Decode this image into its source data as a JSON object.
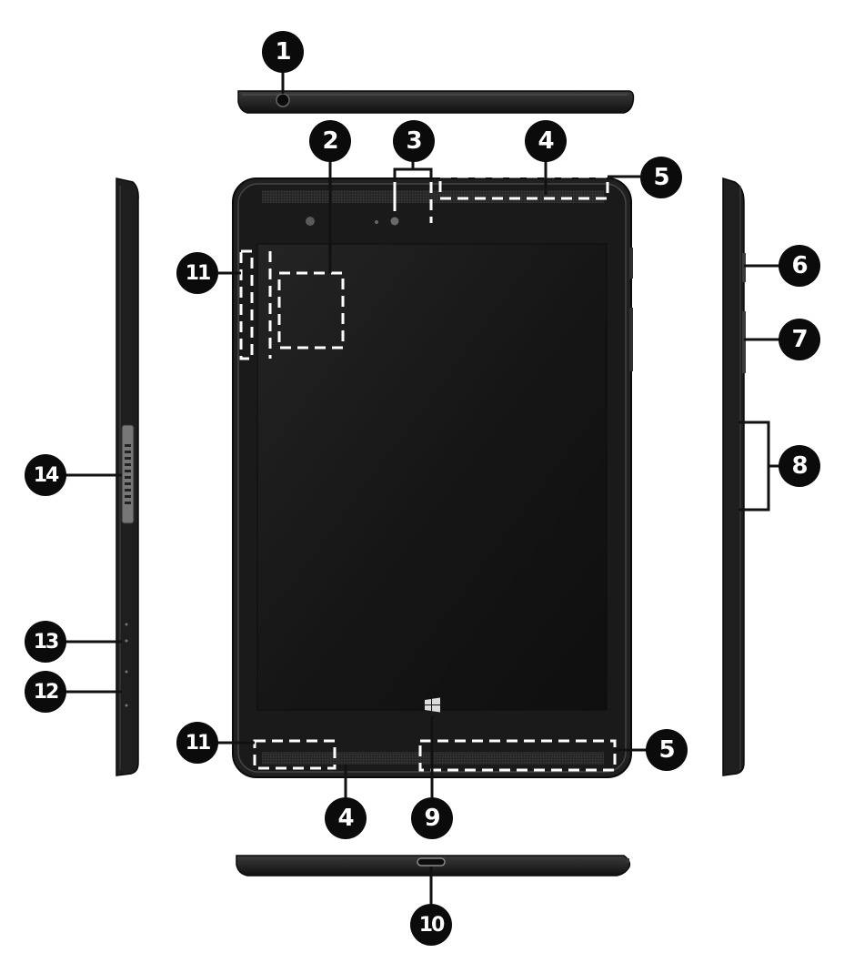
{
  "diagram": {
    "callouts": [
      {
        "id": "c1",
        "label": "1"
      },
      {
        "id": "c2",
        "label": "2"
      },
      {
        "id": "c3",
        "label": "3"
      },
      {
        "id": "c4a",
        "label": "4"
      },
      {
        "id": "c5a",
        "label": "5"
      },
      {
        "id": "c6",
        "label": "6"
      },
      {
        "id": "c7",
        "label": "7"
      },
      {
        "id": "c8",
        "label": "8"
      },
      {
        "id": "c11a",
        "label": "11"
      },
      {
        "id": "c14",
        "label": "14"
      },
      {
        "id": "c13",
        "label": "13"
      },
      {
        "id": "c12",
        "label": "12"
      },
      {
        "id": "c11b",
        "label": "11"
      },
      {
        "id": "c5b",
        "label": "5"
      },
      {
        "id": "c4b",
        "label": "4"
      },
      {
        "id": "c9",
        "label": "9"
      },
      {
        "id": "c10",
        "label": "10"
      }
    ],
    "colors": {
      "device_body": "#1c1c1c",
      "device_edge": "#3a3a3a",
      "screen": "#161616",
      "callout_fill": "#0b0b0b",
      "callout_text": "#ffffff",
      "leader_line": "#111111",
      "dashed_marker": "#ffffff"
    },
    "icons": [
      "windows-logo-icon",
      "camera-lens-icon",
      "speaker-grille-icon"
    ]
  }
}
